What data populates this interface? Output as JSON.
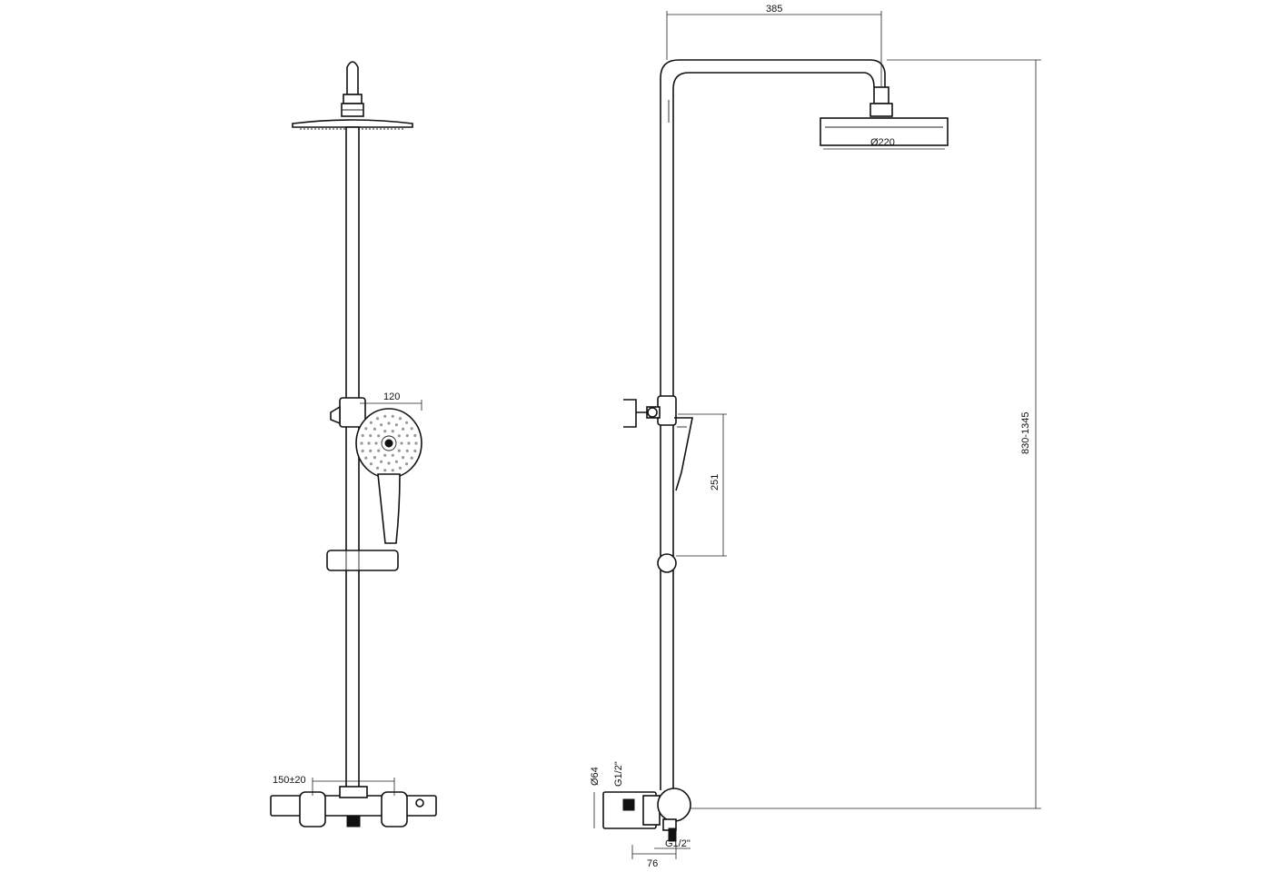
{
  "dimensions": {
    "hand_shower_width": "120",
    "valve_spacing": "150±20",
    "arm_projection": "385",
    "head_diameter": "Ø220",
    "total_height_range": "830-1345",
    "slide_distance": "251",
    "outlet_diameter": "Ø64",
    "inlet_thread": "G1/2\"",
    "outlet_thread": "G1/2\"",
    "wall_offset": "76"
  }
}
